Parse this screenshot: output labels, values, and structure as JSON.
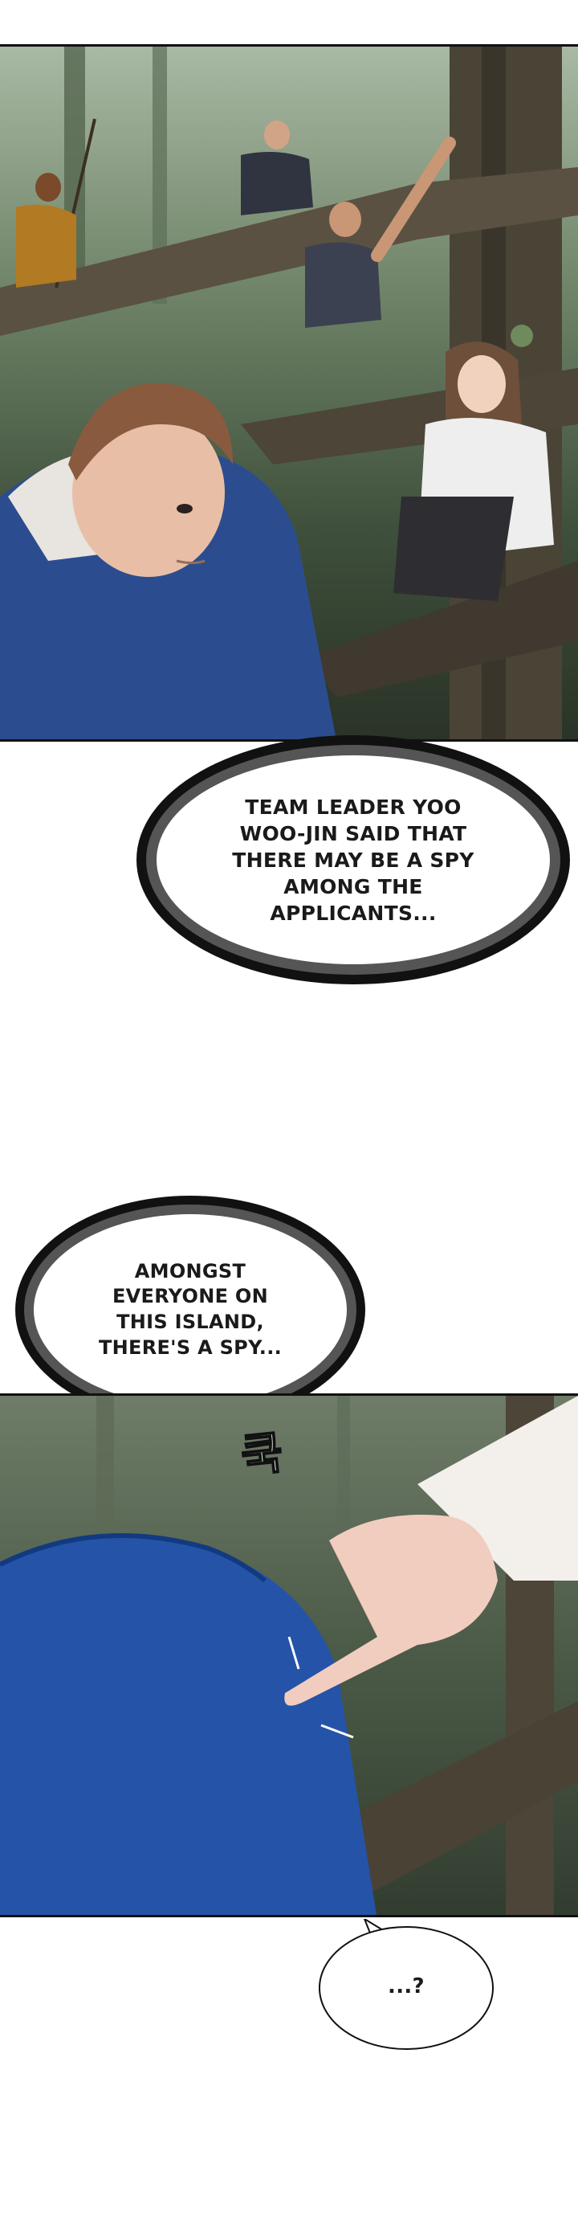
{
  "comic": {
    "bubbles": [
      {
        "text": "TEAM LEADER YOO\nWOO-JIN SAID THAT\nTHERE MAY BE A SPY\nAMONG THE\nAPPLICANTS..."
      },
      {
        "text": "AMONGST\nEVERYONE ON\nTHIS ISLAND,\nTHERE'S A SPY..."
      },
      {
        "text": "...?"
      }
    ],
    "sfx": [
      {
        "text": "쿡"
      }
    ]
  }
}
